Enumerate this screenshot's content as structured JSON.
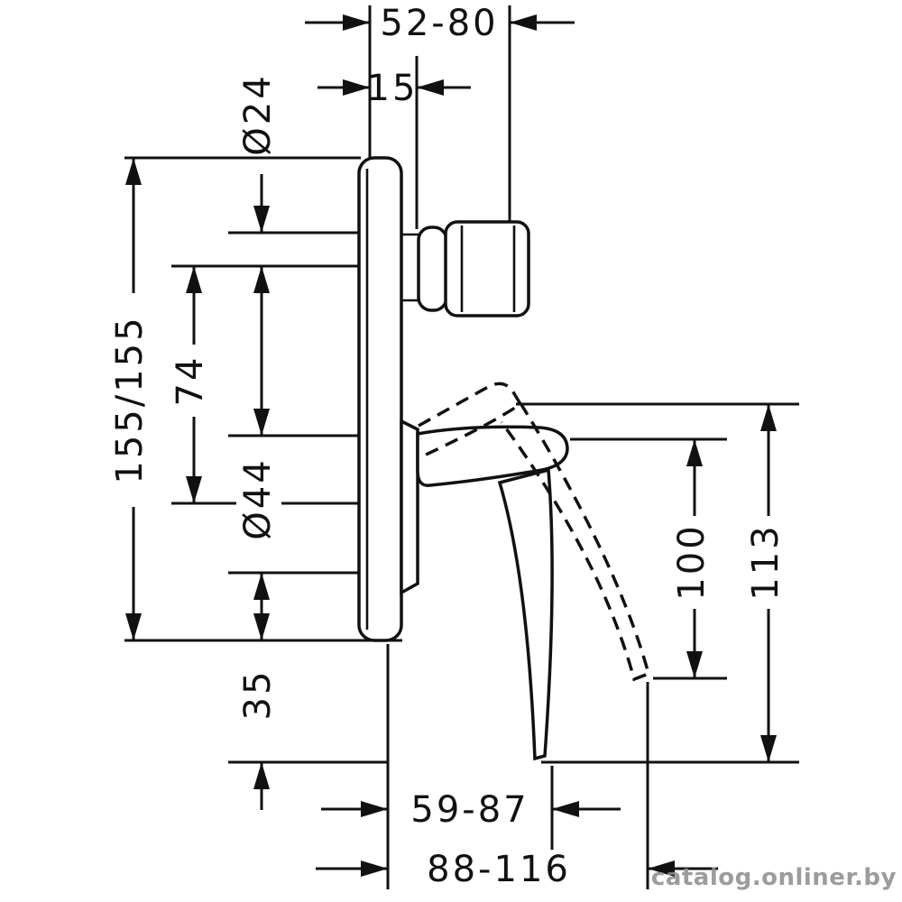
{
  "dimensions": {
    "depth_range": "52-80",
    "plate_offset": "15",
    "spout_diameter": "Ø24",
    "plate_size": "155/155",
    "spout_to_handle_center": "74",
    "handle_hub_diameter": "Ø44",
    "plate_bottom_offset": "35",
    "handle_height": "100",
    "overall_height": "113",
    "handle_projection": "59-87",
    "overall_projection": "88-116"
  },
  "watermark": {
    "text": "catalog.onliner.by",
    "color": "#8f8f8f"
  },
  "colors": {
    "ink": "#111111",
    "background": "#ffffff"
  }
}
